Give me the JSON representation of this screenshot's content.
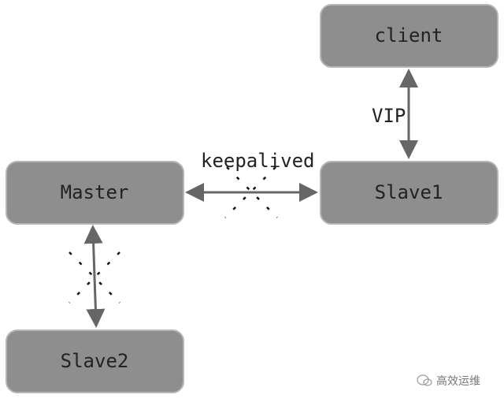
{
  "nodes": {
    "client": "client",
    "master": "Master",
    "slave1": "Slave1",
    "slave2": "Slave2"
  },
  "edges": {
    "client_slave1": "VIP",
    "master_slave1": "keepalived"
  },
  "watermark": "高效运维",
  "colors": {
    "node_fill": "#8e8e8e",
    "arrow": "#666666"
  }
}
